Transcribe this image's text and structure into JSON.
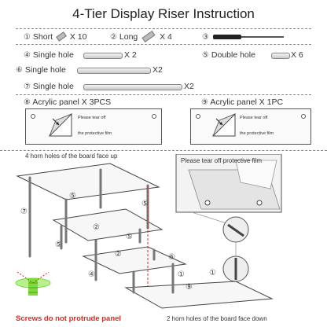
{
  "title": "4-Tier Display Riser Instruction",
  "parts": {
    "short": {
      "num": "①",
      "label": "Short",
      "qty": "X 10"
    },
    "long": {
      "num": "②",
      "label": "Long",
      "qty": "X 4"
    },
    "screwdriver": {
      "num": "③"
    },
    "single_hole_1": {
      "num": "④",
      "label": "Single hole",
      "qty": "X 2"
    },
    "double_hole": {
      "num": "⑤",
      "label": "Double hole",
      "qty": "X 6"
    },
    "single_hole_2": {
      "num": "⑥",
      "label": "Single hole",
      "qty": "X2"
    },
    "single_hole_3": {
      "num": "⑦",
      "label": "Single hole",
      "qty": "X2"
    },
    "panel_3": {
      "num": "⑧",
      "label": "Acrylic panel X 3PCS"
    },
    "panel_1": {
      "num": "⑨",
      "label": "Acrylic panel X 1PC"
    },
    "tear_1": "Please tear off",
    "tear_2": "the protective film"
  },
  "assembly": {
    "top_note": "4 horn holes of the board face up",
    "bottom_note": "2 horn holes of the board face down",
    "callout_note": "Please tear off protective film",
    "warning": "Screws do not protrude panel",
    "markers": {
      "c1": "①",
      "c2": "②",
      "c4": "④",
      "c5": "⑤",
      "c6": "⑥",
      "c7": "⑦",
      "c9": "⑨"
    }
  },
  "colors": {
    "warning": "#e0281c",
    "screw_glow": "#7ddc3a",
    "callout_bg": "#f3f3f3"
  }
}
